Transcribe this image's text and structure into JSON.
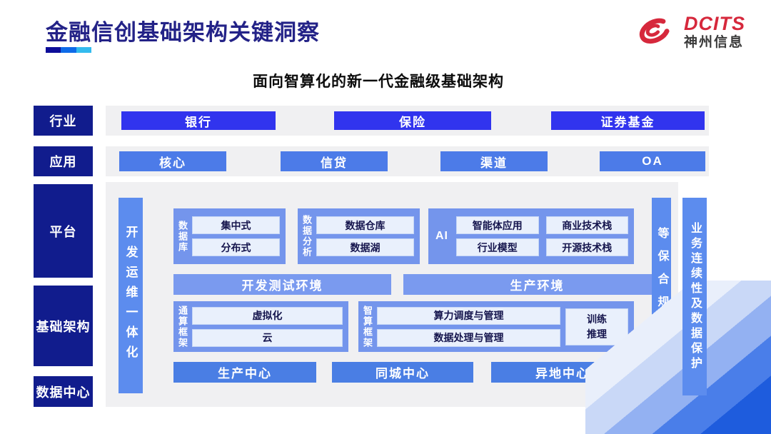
{
  "slide": {
    "title": "金融信创基础架构关键洞察",
    "subtitle": "面向智算化的新一代金融级基础架构"
  },
  "logo": {
    "brand": "DCITS",
    "company": "神州信息"
  },
  "left_labels": {
    "industry": "行业",
    "application": "应用",
    "platform": "平台",
    "infrastructure": "基础架构",
    "datacenter": "数据中心"
  },
  "industry_row": {
    "items": [
      "银行",
      "保险",
      "证券基金"
    ]
  },
  "application_row": {
    "items": [
      "核心",
      "信贷",
      "渠道",
      "OA"
    ]
  },
  "platform": {
    "devops_bar": "开发运维一体化",
    "database_group": {
      "label": "数据库",
      "items": [
        "集中式",
        "分布式"
      ]
    },
    "analytics_group": {
      "label": "数据分析",
      "items": [
        "数据仓库",
        "数据湖"
      ]
    },
    "ai_group": {
      "label": "AI",
      "items": [
        "智能体应用",
        "商业技术栈",
        "行业模型",
        "开源技术栈"
      ]
    },
    "env_bars": [
      "开发测试环境",
      "生产环境"
    ],
    "general_compute_group": {
      "label": "通算框架",
      "items": [
        "虚拟化",
        "云"
      ]
    },
    "intelligent_compute_group": {
      "label": "智算框架",
      "items": [
        "算力调度与管理",
        "数据处理与管理"
      ],
      "side_item": "训练\n推理"
    },
    "centers": [
      "生产中心",
      "同城中心",
      "异地中心"
    ],
    "security_bar": "等保合规安全",
    "continuity_bar": "业务连续性及数据保护"
  },
  "colors": {
    "title_navy": "#232287",
    "underline": [
      "#0D0D99",
      "#0E6BE8",
      "#33BBEE"
    ],
    "label_navy": "#111C8D",
    "industry_button_blue": "#3134EE",
    "application_button_blue": "#4C7BE8",
    "vertical_bar_blue": "#5C8CEE",
    "group_blue": "#7495EC",
    "env_bar_blue": "#7A9AEF",
    "center_bar_blue": "#4A7EE4",
    "inner_box_bg": "#E9F0FC",
    "row_band_gray": "#F0F0F2",
    "logo_red": "#D6283C"
  }
}
